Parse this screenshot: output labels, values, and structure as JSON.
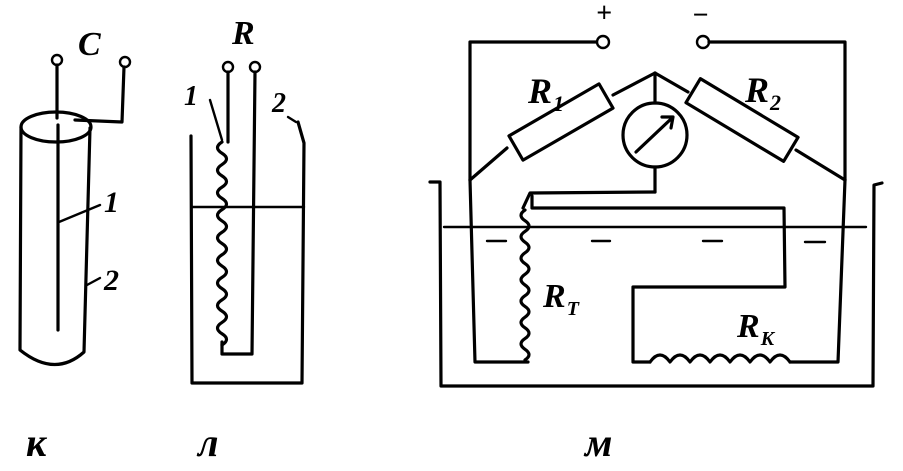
{
  "figure_a": {
    "label": "к",
    "terminal_label": "C",
    "part_1": "1",
    "part_2": "2"
  },
  "figure_b": {
    "label": "л",
    "terminal_label": "R",
    "part_1": "1",
    "part_2": "2"
  },
  "figure_c": {
    "label": "м",
    "plus": "+",
    "minus": "−",
    "r1": {
      "main": "R",
      "sub": "1"
    },
    "r2": {
      "main": "R",
      "sub": "2"
    },
    "rt": {
      "main": "R",
      "sub": "T"
    },
    "rk": {
      "main": "R",
      "sub": "K"
    }
  }
}
